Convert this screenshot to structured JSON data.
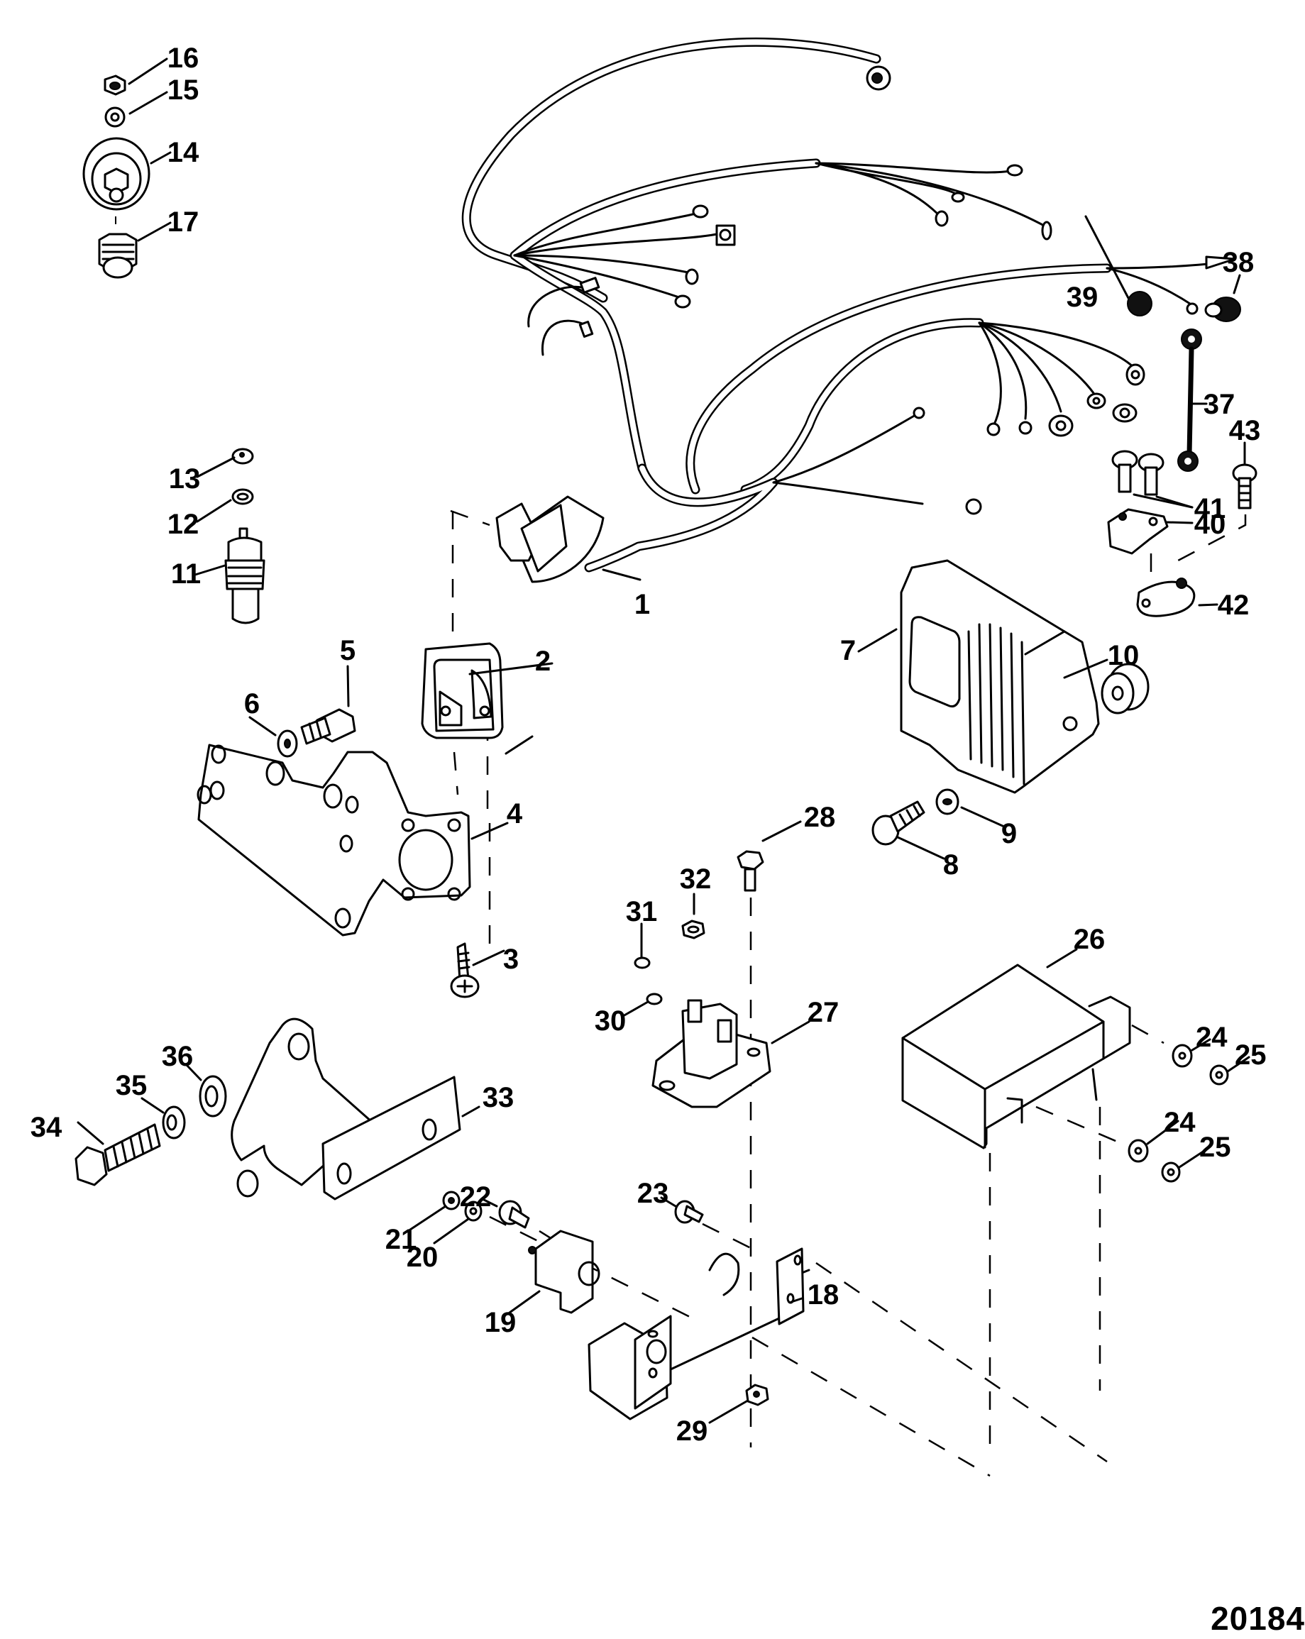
{
  "figure": {
    "title": "Exploded parts diagram - wiring harness, electrical components and brackets",
    "figure_number": "20184"
  },
  "callouts": [
    {
      "label": "1",
      "part": "wiring-harness"
    },
    {
      "label": "2",
      "part": "harness-grommet-boot"
    },
    {
      "label": "3",
      "part": "screw"
    },
    {
      "label": "4",
      "part": "harness-mounting-plate"
    },
    {
      "label": "5",
      "part": "screw"
    },
    {
      "label": "6",
      "part": "washer"
    },
    {
      "label": "7",
      "part": "ignition-module"
    },
    {
      "label": "8",
      "part": "screw"
    },
    {
      "label": "9",
      "part": "washer"
    },
    {
      "label": "10",
      "part": "spacer"
    },
    {
      "label": "11",
      "part": "temperature-sender"
    },
    {
      "label": "12",
      "part": "lockwasher"
    },
    {
      "label": "13",
      "part": "nut"
    },
    {
      "label": "14",
      "part": "oil-pressure-sender"
    },
    {
      "label": "15",
      "part": "lockwasher"
    },
    {
      "label": "16",
      "part": "nut"
    },
    {
      "label": "17",
      "part": "fitting"
    },
    {
      "label": "18",
      "part": "bracket"
    },
    {
      "label": "19",
      "part": "circuit-breaker"
    },
    {
      "label": "20",
      "part": "lockwasher"
    },
    {
      "label": "21",
      "part": "nut"
    },
    {
      "label": "22",
      "part": "screw"
    },
    {
      "label": "23",
      "part": "screw"
    },
    {
      "label": "24",
      "part": "washer"
    },
    {
      "label": "24",
      "part": "washer"
    },
    {
      "label": "25",
      "part": "nut"
    },
    {
      "label": "25",
      "part": "nut"
    },
    {
      "label": "26",
      "part": "cover"
    },
    {
      "label": "27",
      "part": "starter-solenoid"
    },
    {
      "label": "28",
      "part": "screw"
    },
    {
      "label": "29",
      "part": "nut"
    },
    {
      "label": "30",
      "part": "terminal-nut"
    },
    {
      "label": "31",
      "part": "terminal-washer"
    },
    {
      "label": "32",
      "part": "nut"
    },
    {
      "label": "33",
      "part": "mounting-bracket"
    },
    {
      "label": "34",
      "part": "bolt"
    },
    {
      "label": "35",
      "part": "lockwasher"
    },
    {
      "label": "36",
      "part": "washer"
    },
    {
      "label": "37",
      "part": "ground-strap"
    },
    {
      "label": "38",
      "part": "screw"
    },
    {
      "label": "39",
      "part": "nut"
    },
    {
      "label": "40",
      "part": "terminal-block"
    },
    {
      "label": "41",
      "part": "screw"
    },
    {
      "label": "42",
      "part": "gasket-plate"
    },
    {
      "label": "43",
      "part": "screw"
    }
  ]
}
